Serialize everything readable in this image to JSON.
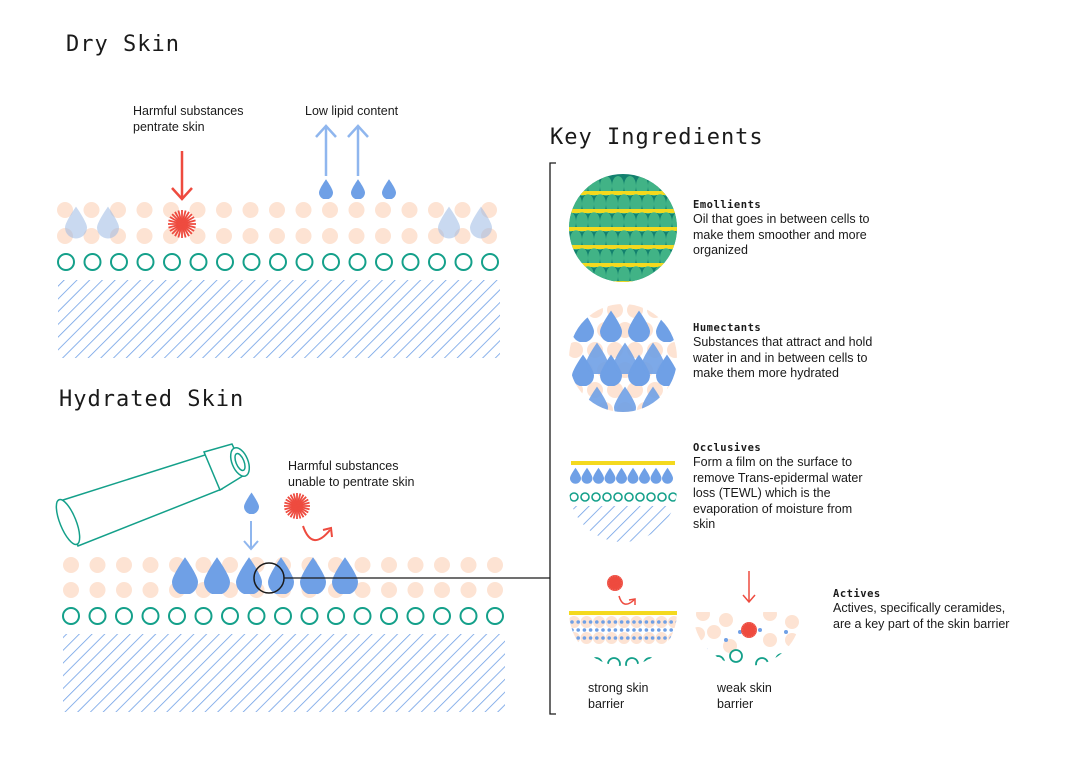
{
  "dry": {
    "title": "Dry Skin",
    "harmful_label": "Harmful substances\npentrate skin",
    "lipid_label": "Low lipid content"
  },
  "hydrated": {
    "title": "Hydrated Skin",
    "harmful_label": "Harmful substances\nunable to pentrate skin"
  },
  "key": {
    "title": "Key Ingredients",
    "items": [
      {
        "name": "Emollients",
        "desc": "Oil that goes in between cells to make them smoother and more organized"
      },
      {
        "name": "Humectants",
        "desc": "Substances that attract and hold water in and in between cells to make them more hydrated"
      },
      {
        "name": "Occlusives",
        "desc": "Form a film on the surface to remove Trans-epidermal water loss (TEWL) which is the evaporation of moisture from skin"
      },
      {
        "name": "Actives",
        "desc": "Actives, specifically ceramides, are a key part of the skin barrier"
      }
    ],
    "strong_label": "strong skin\nbarrier",
    "weak_label": "weak skin\nbarrier"
  },
  "colors": {
    "cell": "#fde3d3",
    "drop": "#6fa0e6",
    "teal": "#14a08a",
    "red": "#ee4b3f",
    "yellow": "#f4d91e",
    "dark_green": "#12806e",
    "arrow_blue": "#8fb6ee"
  },
  "icons": [
    "red-burst-icon",
    "water-drop-icon",
    "up-arrow-icon",
    "down-arrow-icon",
    "tube-icon"
  ]
}
